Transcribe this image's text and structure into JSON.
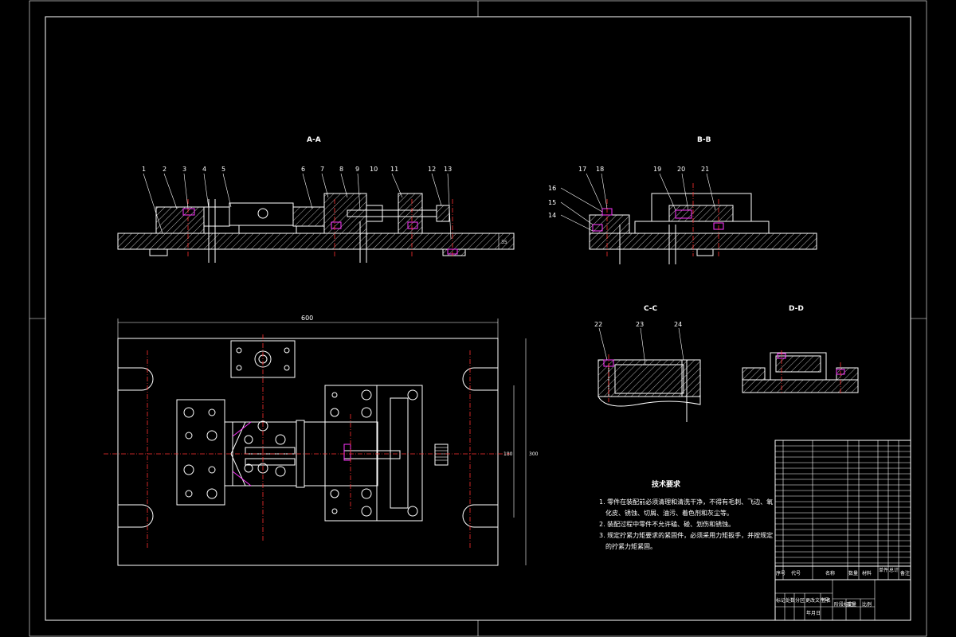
{
  "views": {
    "aa": "A-A",
    "bb": "B-B",
    "cc": "C-C",
    "dd": "D-D"
  },
  "callouts_aa": [
    "1",
    "2",
    "3",
    "4",
    "5",
    "6",
    "7",
    "8",
    "9",
    "10",
    "11",
    "12",
    "13"
  ],
  "callouts_bb": [
    "17",
    "18",
    "19",
    "20",
    "21",
    "16",
    "15",
    "14"
  ],
  "callouts_cc": [
    "22",
    "23",
    "24"
  ],
  "dims": {
    "overall_width": "600",
    "height_right": "300",
    "height_inner": "180",
    "h_small": "35"
  },
  "tech_req": {
    "title": "技术要求",
    "lines": [
      "1. 零件在装配前必须清理和清洗干净，不得有毛刺、飞边、氧",
      "化皮、锈蚀、切屑、油污、着色剂和灰尘等。",
      "2. 装配过程中零件不允许磕、碰、划伤和锈蚀。",
      "3. 规定拧紧力矩要求的紧固件，必须采用力矩扳手，并按规定",
      "的拧紧力矩紧固。"
    ]
  },
  "title_block": {
    "header": [
      "序号",
      "代号",
      "名称",
      "数量",
      "材料",
      "单件",
      "总计",
      "备注"
    ],
    "sub": [
      "标记",
      "处数",
      "分区",
      "更改文件号",
      "签名",
      "年月日",
      "阶段标记",
      "重量",
      "比例"
    ]
  },
  "colors": {
    "background": "#000000",
    "line": "#ffffff",
    "center_line": "#ff3030",
    "fastener": "#ff33ff"
  }
}
